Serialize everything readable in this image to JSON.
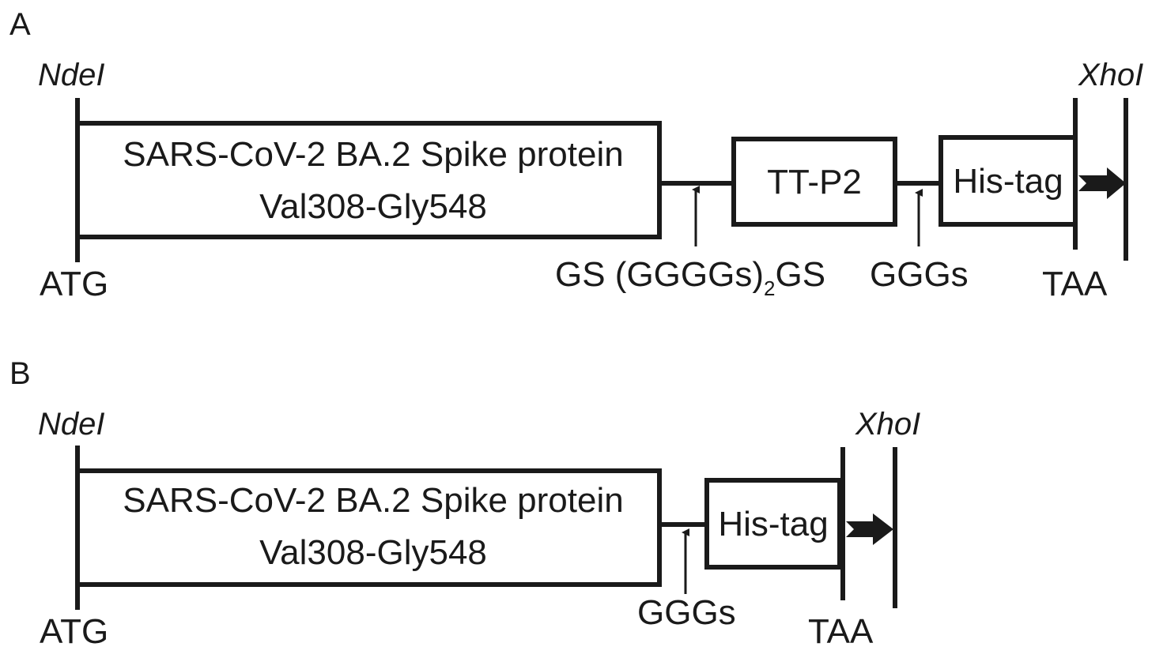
{
  "panels": [
    {
      "letter": "A",
      "site_5": "NdeI",
      "site_3": "XhoI",
      "start_codon": "ATG",
      "stop_codon": "TAA",
      "spike_line1": "SARS-CoV-2 BA.2 Spike protein",
      "spike_line2": "Val308-Gly548",
      "epitope": "TT-P2",
      "tag": "His-tag",
      "linker1_pre": "GS (GGGGs)",
      "linker1_sub": "2",
      "linker1_post": "GS",
      "linker2": "GGGs"
    },
    {
      "letter": "B",
      "site_5": "NdeI",
      "site_3": "XhoI",
      "start_codon": "ATG",
      "stop_codon": "TAA",
      "spike_line1": "SARS-CoV-2 BA.2 Spike protein",
      "spike_line2": "Val308-Gly548",
      "tag": "His-tag",
      "linker1": "GGGs"
    }
  ]
}
